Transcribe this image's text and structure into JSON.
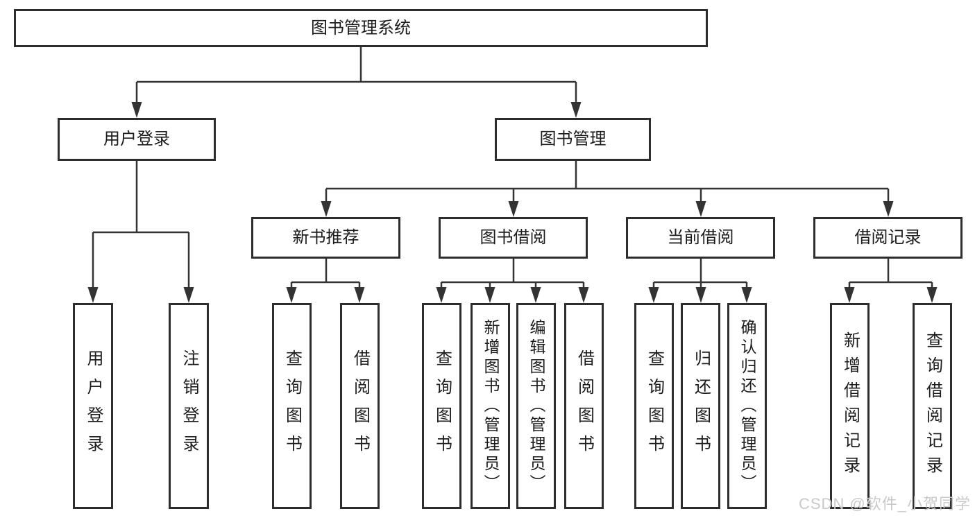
{
  "watermark": "CSDN @软件_小贺同学",
  "colors": {
    "line": "#333333",
    "box_border": "#2d2d2d",
    "box_background": "#ffffff",
    "text": "#1c1c1c",
    "watermark": "#c9c9c9"
  },
  "tree": {
    "root": "图书管理系统",
    "branches": [
      {
        "label": "用户登录",
        "leaves": [
          "用户登录",
          "注销登录"
        ]
      },
      {
        "label": "图书管理",
        "groups": [
          {
            "label": "新书推荐",
            "leaves": [
              "查询图书",
              "借阅图书"
            ]
          },
          {
            "label": "图书借阅",
            "leaves": [
              "查询图书",
              "新增图书（管理员）",
              "编辑图书（管理员）",
              "借阅图书"
            ]
          },
          {
            "label": "当前借阅",
            "leaves": [
              "查询图书",
              "归还图书",
              "确认归还（管理员）"
            ]
          },
          {
            "label": "借阅记录",
            "leaves": [
              "新增借阅记录",
              "查询借阅记录"
            ]
          }
        ]
      }
    ]
  }
}
